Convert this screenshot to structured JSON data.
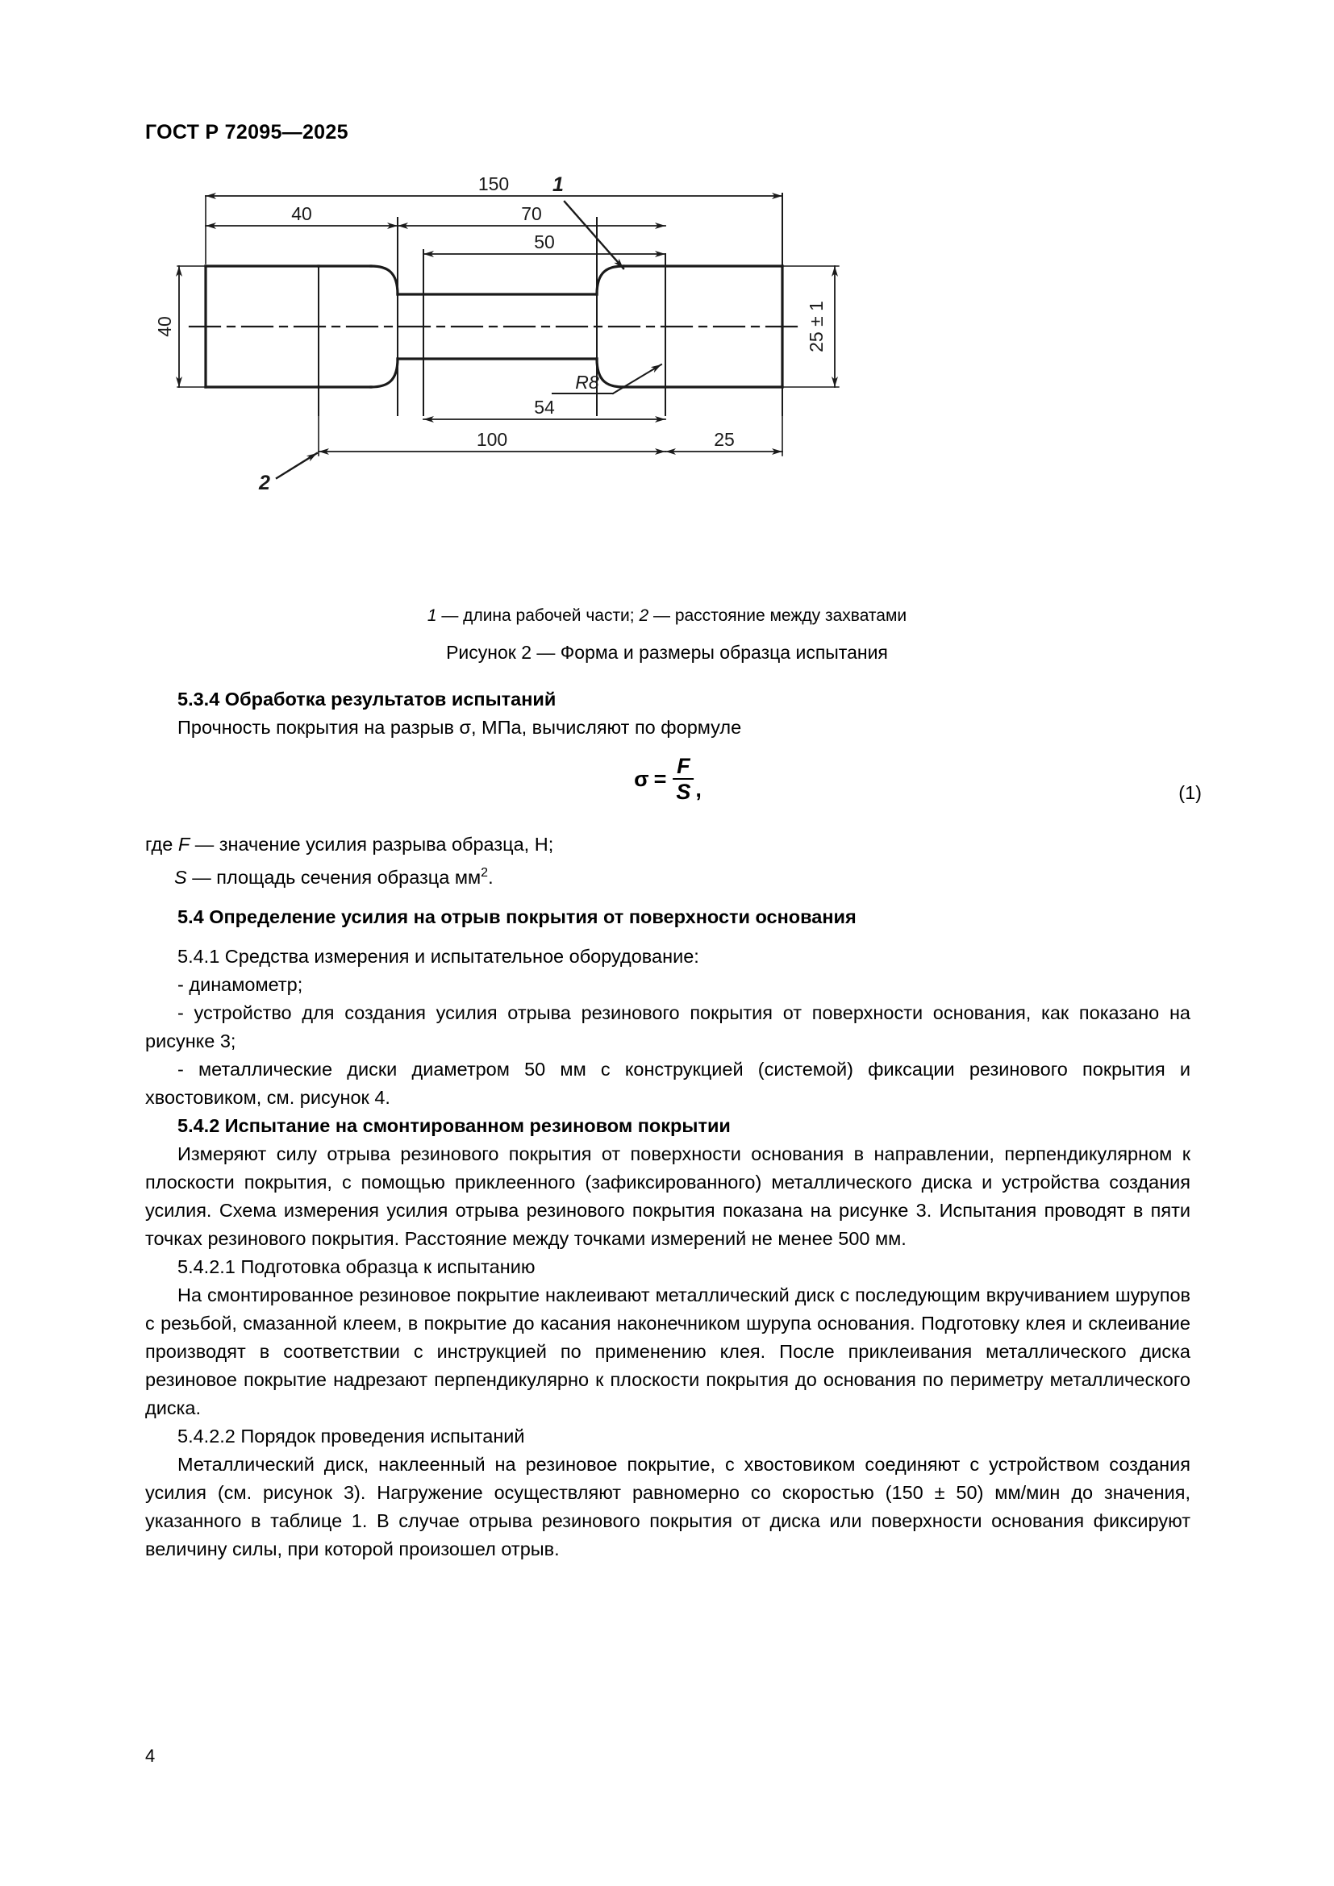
{
  "header": {
    "standard_title": "ГОСТ Р 72095—2025"
  },
  "figure": {
    "dimensions": {
      "total_length": "150",
      "left_grip": "40",
      "right_span": "70",
      "inner_50": "50",
      "working_54": "54",
      "radius": "R8",
      "between_grips_100": "100",
      "right_25": "25",
      "height_left": "40",
      "height_center": "25 ± 1"
    },
    "callouts": {
      "one": "1",
      "two": "2"
    },
    "legend": {
      "item1_num": "1",
      "item1_text": " — длина рабочей части; ",
      "item2_num": "2",
      "item2_text": " — расстояние между захватами"
    },
    "caption": "Рисунок 2 — Форма и размеры образца испытания"
  },
  "body": {
    "s534_heading": "5.3.4  Обработка результатов испытаний",
    "s534_intro": "Прочность покрытия на разрыв σ, МПа, вычисляют по формуле",
    "formula": {
      "sigma": "σ",
      "equals": "=",
      "numerator": "F",
      "denominator": "S",
      "comma": ",",
      "number": "(1)"
    },
    "where_line1_prefix": "где ",
    "where_line1_symbol": "F",
    "where_line1_text": " — значение усилия разрыва образца, Н;",
    "where_line2_symbol": "S",
    "where_line2_text": " — площадь сечения образца мм",
    "where_line2_sup": "2",
    "where_line2_tail": ".",
    "s54_heading": "5.4  Определение усилия на отрыв покрытия от поверхности основания",
    "s541": "5.4.1  Средства измерения и испытательное оборудование:",
    "s541_item1": "- динамометр;",
    "s541_item2": "- устройство для создания усилия отрыва резинового покрытия от поверхности основания, как показано на рисунке 3;",
    "s541_item3": "- металлические диски диаметром 50 мм с конструкцией (системой) фиксации резинового покрытия и хвостовиком, см. рисунок 4.",
    "s542_heading": "5.4.2  Испытание на смонтированном резиновом покрытии",
    "s542_text": "Измеряют силу отрыва резинового покрытия от поверхности основания в направлении, перпендикулярном к плоскости покрытия, с помощью приклеенного (зафиксированного) металлического диска и устройства создания усилия. Схема измерения усилия отрыва резинового покрытия показана на рисунке 3. Испытания проводят в пяти точках резинового покрытия. Расстояние между точками измерений не менее 500 мм.",
    "s5421_heading": "5.4.2.1  Подготовка образца к испытанию",
    "s5421_text": "На смонтированное резиновое покрытие наклеивают металлический диск с последующим вкручиванием шурупов с резьбой, смазанной клеем, в покрытие до касания наконечником шурупа основания. Подготовку клея и склеивание производят в соответствии с инструкцией по применению клея. После приклеивания металлического диска резиновое покрытие надрезают перпендикулярно к плоскости покрытия до основания по периметру металлического диска.",
    "s5422_heading": "5.4.2.2  Порядок проведения испытаний",
    "s5422_text": "Металлический диск, наклеенный на резиновое покрытие, с хвостовиком соединяют с устройством создания усилия (см. рисунок 3). Нагружение осуществляют равномерно со скоростью (150 ± 50) мм/мин до значения, указанного в таблице 1. В случае отрыва резинового покрытия от диска или поверхности основания фиксируют величину силы, при которой произошел отрыв."
  },
  "footer": {
    "page_number": "4"
  }
}
